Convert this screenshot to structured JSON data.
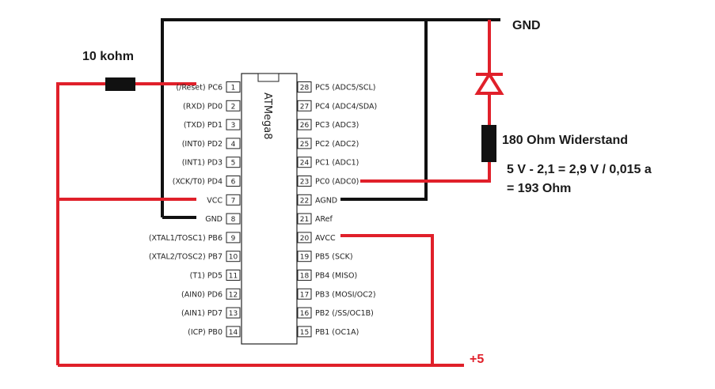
{
  "chip": {
    "name": "ATMega8"
  },
  "left_pins": [
    {
      "num": "1",
      "label": "(/Reset) PC6"
    },
    {
      "num": "2",
      "label": "(RXD) PD0"
    },
    {
      "num": "3",
      "label": "(TXD) PD1"
    },
    {
      "num": "4",
      "label": "(INT0) PD2"
    },
    {
      "num": "5",
      "label": "(INT1) PD3"
    },
    {
      "num": "6",
      "label": "(XCK/T0) PD4"
    },
    {
      "num": "7",
      "label": "VCC"
    },
    {
      "num": "8",
      "label": "GND"
    },
    {
      "num": "9",
      "label": "(XTAL1/TOSC1) PB6"
    },
    {
      "num": "10",
      "label": "(XTAL2/TOSC2) PB7"
    },
    {
      "num": "11",
      "label": "(T1) PD5"
    },
    {
      "num": "12",
      "label": "(AIN0) PD6"
    },
    {
      "num": "13",
      "label": "(AIN1) PD7"
    },
    {
      "num": "14",
      "label": "(ICP) PB0"
    }
  ],
  "right_pins": [
    {
      "num": "28",
      "label": "PC5 (ADC5/SCL)"
    },
    {
      "num": "27",
      "label": "PC4 (ADC4/SDA)"
    },
    {
      "num": "26",
      "label": "PC3 (ADC3)"
    },
    {
      "num": "25",
      "label": "PC2 (ADC2)"
    },
    {
      "num": "24",
      "label": "PC1 (ADC1)"
    },
    {
      "num": "23",
      "label": "PC0 (ADC0)"
    },
    {
      "num": "22",
      "label": "AGND"
    },
    {
      "num": "21",
      "label": "ARef"
    },
    {
      "num": "20",
      "label": "AVCC"
    },
    {
      "num": "19",
      "label": "PB5 (SCK)"
    },
    {
      "num": "18",
      "label": "PB4 (MISO)"
    },
    {
      "num": "17",
      "label": "PB3 (MOSI/OC2)"
    },
    {
      "num": "16",
      "label": "PB2 (/SS/OC1B)"
    },
    {
      "num": "15",
      "label": "PB1 (OC1A)"
    }
  ],
  "labels": {
    "resistor_10k": "10 kohm",
    "gnd": "GND",
    "resistor_180": "180 Ohm Widerstand",
    "calc_line1": "5 V - 2,1 = 2,9 V / 0,015 a",
    "calc_line2": "= 193 Ohm",
    "plus5": "+5"
  },
  "colors": {
    "wire_red": "#e0202a",
    "wire_black": "#111111",
    "component": "#111111"
  }
}
